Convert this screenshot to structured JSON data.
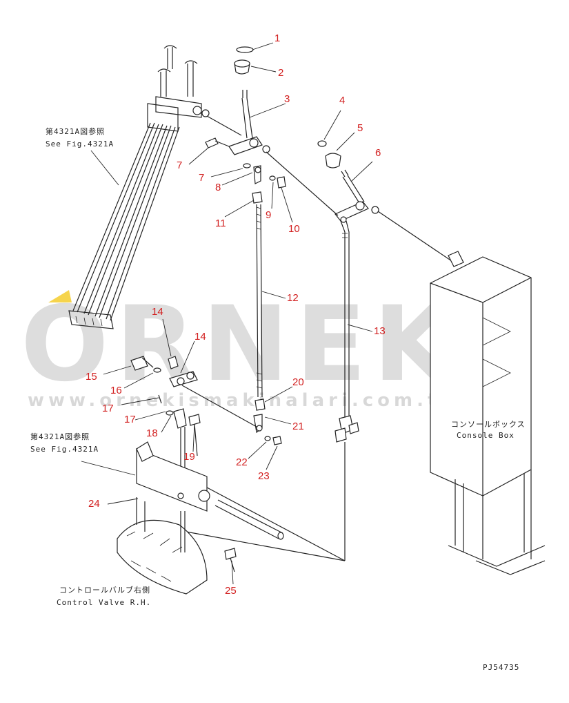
{
  "callouts": [
    "1",
    "2",
    "3",
    "4",
    "5",
    "6",
    "7",
    "7",
    "8",
    "9",
    "10",
    "11",
    "12",
    "13",
    "14",
    "14",
    "15",
    "16",
    "17",
    "17",
    "18",
    "19",
    "20",
    "21",
    "22",
    "23",
    "24",
    "25"
  ],
  "notes": {
    "see_fig_top_jp": "第4321A図参照",
    "see_fig_top_en": "See Fig.4321A",
    "see_fig_mid_jp": "第4321A図参照",
    "see_fig_mid_en": "See Fig.4321A",
    "console_jp": "コンソールボックス",
    "console_en": "Console Box",
    "valve_jp": "コントロールバルブ右側",
    "valve_en": "Control Valve R.H.",
    "drawing_no": "PJ54735"
  },
  "watermark": {
    "brand": "ORNEK",
    "url": "www.ornekismakinalari.com.tr"
  },
  "colors": {
    "callout": "#d22020",
    "line": "#222222",
    "watermark": "#c8c8c8",
    "accent": "#f2c200"
  }
}
